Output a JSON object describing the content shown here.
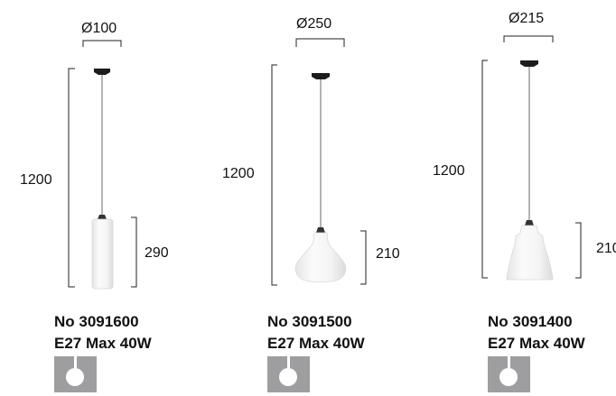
{
  "products": [
    {
      "diameter_label": "Ø100",
      "height_label": "1200",
      "shade_height_label": "290",
      "code": "No 3091600",
      "spec": "E27 Max 40W",
      "mount_icon": "ceiling-mount-icon"
    },
    {
      "diameter_label": "Ø250",
      "height_label": "1200",
      "shade_height_label": "210",
      "code": "No 3091500",
      "spec": "E27 Max 40W",
      "mount_icon": "ceiling-mount-icon"
    },
    {
      "diameter_label": "Ø215",
      "height_label": "1200",
      "shade_height_label": "210",
      "code": "No 3091400",
      "spec": "E27 Max 40W",
      "mount_icon": "ceiling-mount-icon"
    }
  ],
  "colors": {
    "badge": "#9e9ea0",
    "text": "#111111",
    "glass": "#f2f2f2",
    "canopy": "#1c1c1c"
  }
}
